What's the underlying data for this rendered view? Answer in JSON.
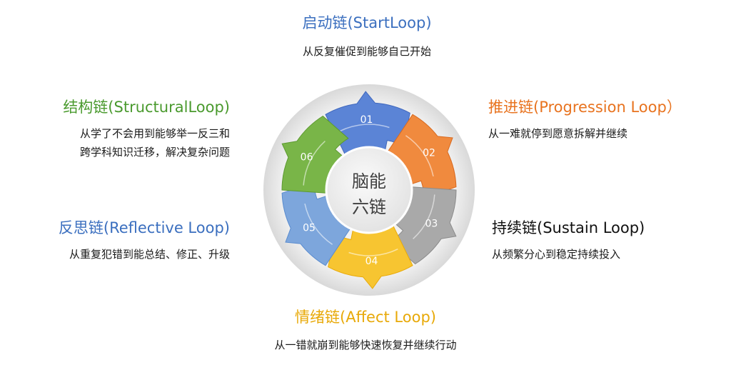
{
  "center": {
    "line1": "脑能",
    "line2": "六链"
  },
  "segments": [
    {
      "num": "01",
      "color": "#5b84d6",
      "dark": "#3f67bd"
    },
    {
      "num": "02",
      "color": "#f08a3e",
      "dark": "#d8691f"
    },
    {
      "num": "03",
      "color": "#a9a9a9",
      "dark": "#8b8b8b"
    },
    {
      "num": "04",
      "color": "#f7c531",
      "dark": "#e8a908"
    },
    {
      "num": "05",
      "color": "#7da6dc",
      "dark": "#5a8ccf"
    },
    {
      "num": "06",
      "color": "#79b548",
      "dark": "#5c9a30"
    }
  ],
  "chains": [
    {
      "title": "启动链(StartLoop)",
      "title_color": "#3b6fbf",
      "lines": [
        "从反复催促到能够自己开始"
      ]
    },
    {
      "title": "推进链(Progression Loop）",
      "title_color": "#e8731f",
      "lines": [
        "从一难就停到愿意拆解并继续"
      ]
    },
    {
      "title": "持续链(Sustain Loop)",
      "title_color": "#111111",
      "lines": [
        "从频繁分心到稳定持续投入"
      ]
    },
    {
      "title": "情绪链(Affect Loop)",
      "title_color": "#e8a908",
      "lines": [
        "从一错就崩到能够快速恢复并继续行动"
      ]
    },
    {
      "title": "反思链(Reflective Loop)",
      "title_color": "#3b6fbf",
      "lines": [
        "从重复犯错到能总结、修正、升级"
      ]
    },
    {
      "title": "结构链(StructuralLoop)",
      "title_color": "#4a9a2e",
      "lines": [
        "从学了不会用到能够举一反三和",
        "跨学科知识迁移，解决复杂问题"
      ]
    }
  ]
}
